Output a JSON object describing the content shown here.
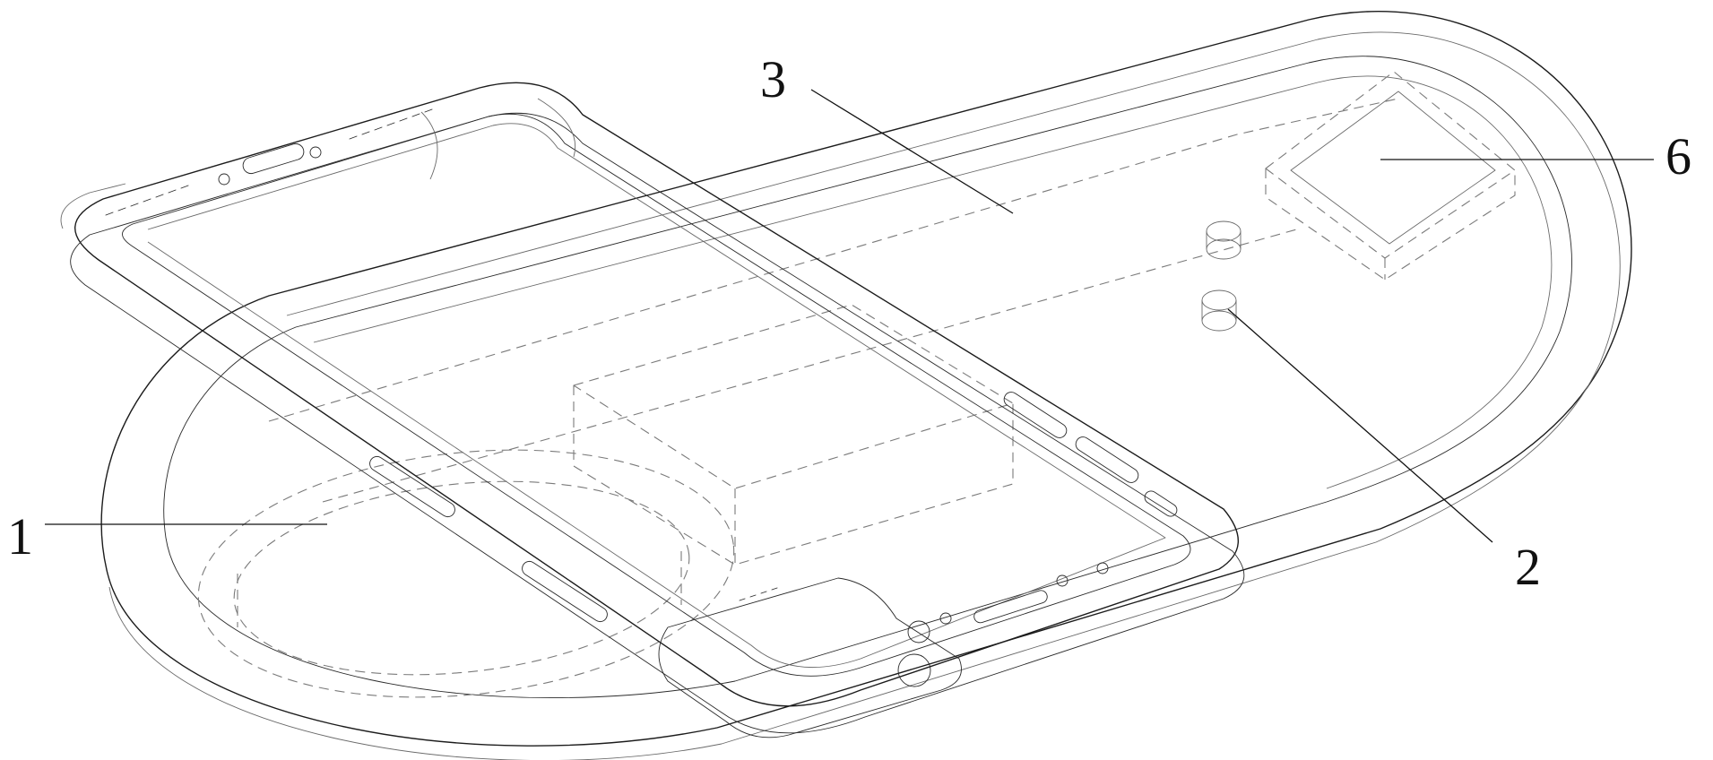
{
  "labels": {
    "l1": "1",
    "l2": "2",
    "l3": "3",
    "l6": "6"
  },
  "colors": {
    "line": "#1c1c1c",
    "hidden_line": "#7a7a7a",
    "background": "#ffffff"
  }
}
